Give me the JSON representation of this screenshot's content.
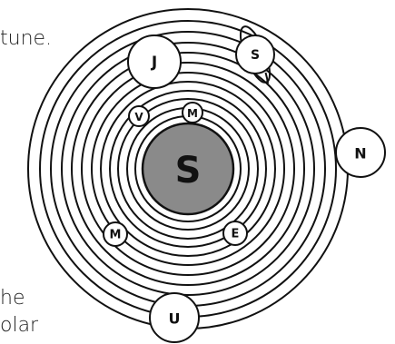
{
  "text_fragments": [
    "tune.",
    "he",
    "olar"
  ],
  "colors": {
    "sun_fill": "#8a8a8a",
    "stroke": "#111111",
    "planet_fill": "#ffffff"
  },
  "diagram": {
    "sun": {
      "label": "S"
    },
    "planets": [
      {
        "id": "venus",
        "label": "V"
      },
      {
        "id": "mercury",
        "label": "M"
      },
      {
        "id": "mars",
        "label": "M"
      },
      {
        "id": "earth",
        "label": "E"
      },
      {
        "id": "jupiter",
        "label": "J"
      },
      {
        "id": "saturn",
        "label": "S"
      },
      {
        "id": "uranus",
        "label": "U"
      },
      {
        "id": "neptune",
        "label": "N"
      }
    ]
  }
}
